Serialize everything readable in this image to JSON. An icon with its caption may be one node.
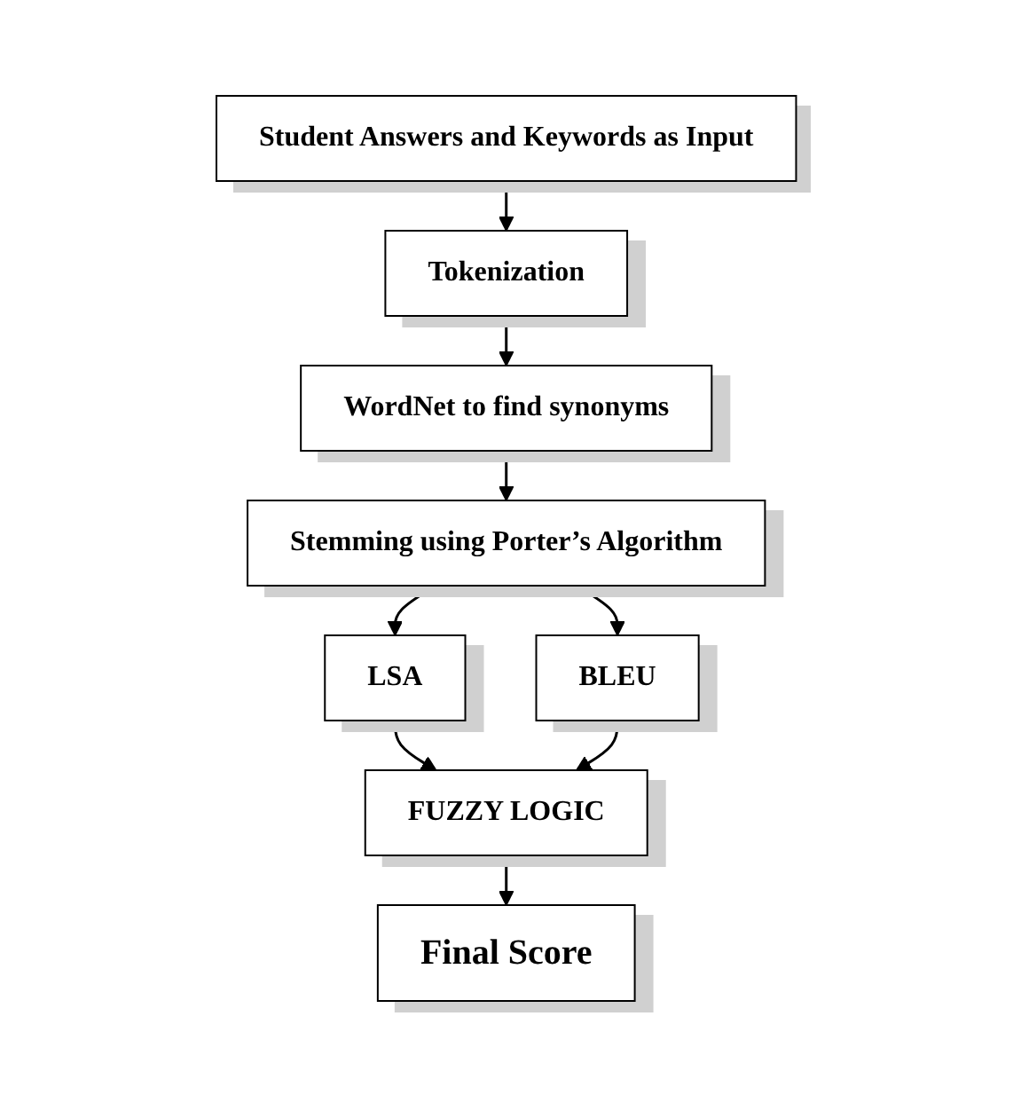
{
  "diagram": {
    "nodes": [
      {
        "text": [
          "Student Answers and Keywords as Input"
        ]
      },
      {
        "text": [
          "Tokenization"
        ]
      },
      {
        "text": [
          "WordNet to find synonyms"
        ]
      },
      {
        "text": [
          "Stemming using Porter’s Algorithm"
        ]
      },
      {
        "text": [
          "LSA"
        ]
      },
      {
        "text": [
          "BLEU"
        ]
      },
      {
        "text": [
          "FUZZY LOGIC"
        ]
      },
      {
        "text": [
          "Final Score"
        ]
      }
    ],
    "edges": [
      {
        "from": 0,
        "to": 1,
        "arrow": "to"
      },
      {
        "from": 1,
        "to": 2,
        "arrow": "to"
      },
      {
        "from": 2,
        "to": 3,
        "arrow": "to"
      },
      {
        "from": 3,
        "to": 4,
        "arrow": "to"
      },
      {
        "from": 3,
        "to": 5,
        "arrow": "to"
      },
      {
        "from": 4,
        "to": 6,
        "arrow": "to"
      },
      {
        "from": 5,
        "to": 6,
        "arrow": "to"
      },
      {
        "from": 6,
        "to": 7,
        "arrow": "to"
      }
    ]
  }
}
